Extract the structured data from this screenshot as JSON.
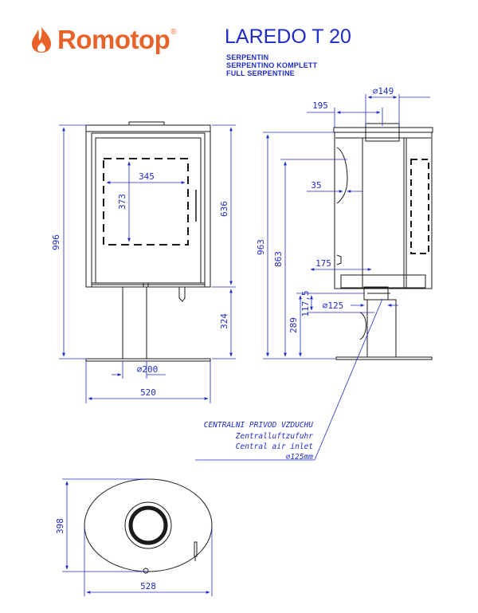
{
  "brand": {
    "name": "Romotop",
    "registered": "®",
    "color": "#e8622a"
  },
  "model": {
    "name": "LAREDO T 20",
    "color": "#1f2cc9"
  },
  "subtitles": [
    "SERPENTIN",
    "SERPENTINO KOMPLETT",
    "FULL SERPENTINE"
  ],
  "dimensions": {
    "front": {
      "total_height": "996",
      "door_width": "345",
      "door_height": "373",
      "upper_height": "636",
      "lower_height": "324",
      "base_diameter": "⌀200",
      "base_width": "520"
    },
    "side": {
      "top_diameter": "⌀149",
      "top_offset": "195",
      "offset_35": "35",
      "offset_175": "175",
      "height_963": "963",
      "height_863": "863",
      "height_289": "289",
      "height_117_5": "117,5",
      "inlet_diameter": "⌀125"
    },
    "top": {
      "depth": "398",
      "width": "528"
    }
  },
  "note": {
    "lines": [
      "CENTRALNI PRIVOD VZDUCHU",
      "Zentralluftzufuhr",
      "Central air inlet",
      "⌀125mm"
    ]
  },
  "colors": {
    "line": "#1a1a1a",
    "dimension": "#1f2cc9"
  }
}
